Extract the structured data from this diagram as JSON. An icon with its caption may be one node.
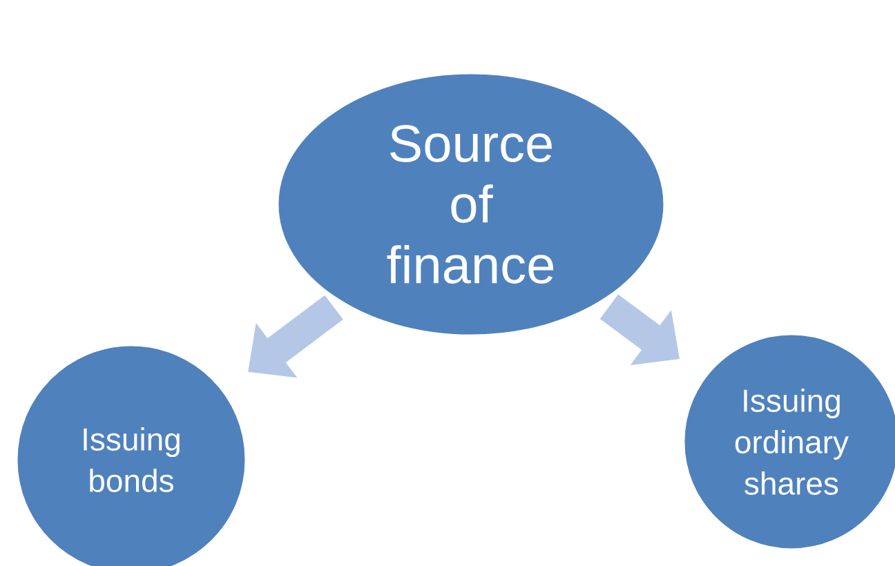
{
  "diagram": {
    "nodes": [
      {
        "text": [
          "Source of finance"
        ]
      },
      {
        "text": [
          "Issuing bonds"
        ]
      },
      {
        "text": [
          "Issuing ordinary shares"
        ]
      }
    ],
    "edges": [
      {
        "from": 0,
        "to": 1,
        "arrow": "to"
      },
      {
        "from": 0,
        "to": 2,
        "arrow": "to"
      }
    ]
  }
}
